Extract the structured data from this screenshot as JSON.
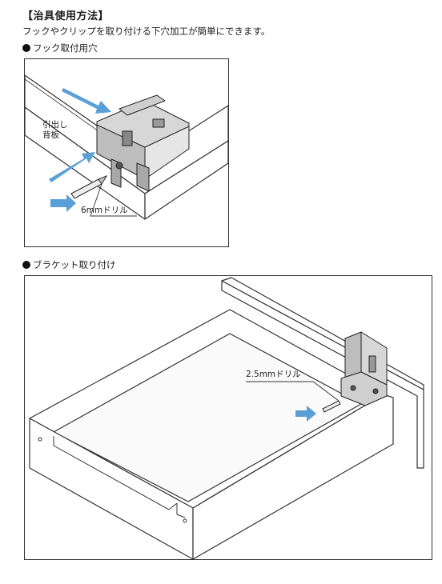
{
  "heading": "【治具使用方法】",
  "intro": "フックやクリップを取り付ける下穴加工が簡単にできます。",
  "section1": {
    "title": "フック取付用穴",
    "label_line1": "引出し",
    "label_line2": "背板",
    "drill_label": "6mmドリル"
  },
  "section2": {
    "title": "ブラケット取り付け",
    "drill_label": "2.5mmドリル"
  },
  "colors": {
    "arrow": "#5a9fd6",
    "line": "#333333",
    "jig_fill": "#d7d7d7"
  }
}
